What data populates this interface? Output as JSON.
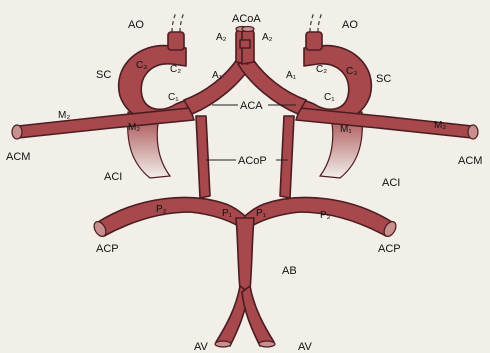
{
  "labels": {
    "acoa": "ACoA",
    "a2_left": "A₂",
    "a2_right": "A₂",
    "ao_left": "AO",
    "ao_right": "AO",
    "sc_left": "SC",
    "sc_right": "SC",
    "c3_left": "C₃",
    "c2_left": "C₂",
    "c1_left": "C₁",
    "c3_right": "C₃",
    "c2_right": "C₂",
    "c1_right": "C₁",
    "a1_left": "A₁",
    "a1_right": "A₁",
    "m2_left": "M₂",
    "m1_left": "M₂",
    "m1_right": "M₁",
    "m2_right": "M₂",
    "aca": "ACA",
    "acop": "ACoP",
    "acm_left": "ACM",
    "acm_right": "ACM",
    "aci_left": "ACI",
    "aci_right": "ACI",
    "p2_left": "P₂",
    "p1_left": "P₁",
    "p1_right": "P₁",
    "p2_right": "P₂",
    "acp_left": "ACP",
    "acp_right": "ACP",
    "ab": "AB",
    "av_left": "AV",
    "av_right": "AV"
  }
}
